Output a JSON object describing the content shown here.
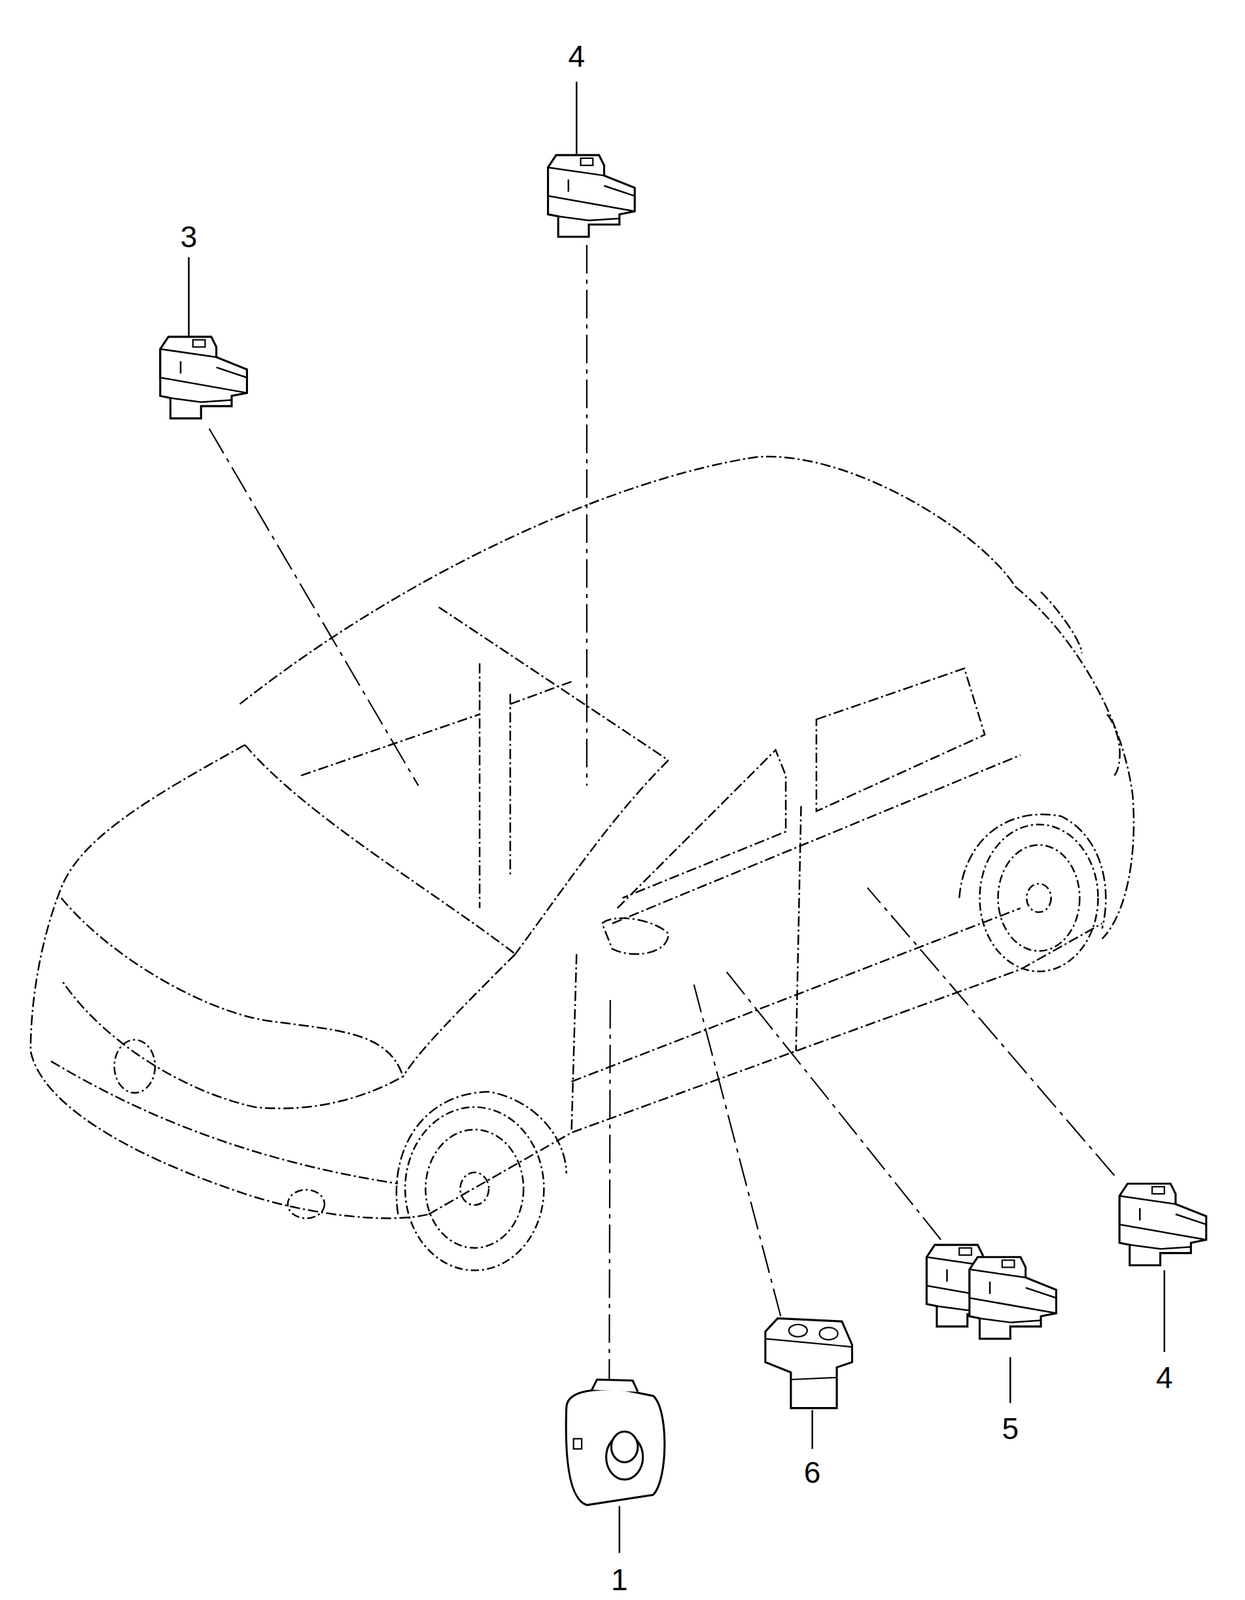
{
  "diagram": {
    "labels": [
      "4",
      "3",
      "1",
      "6",
      "5",
      "4"
    ]
  }
}
